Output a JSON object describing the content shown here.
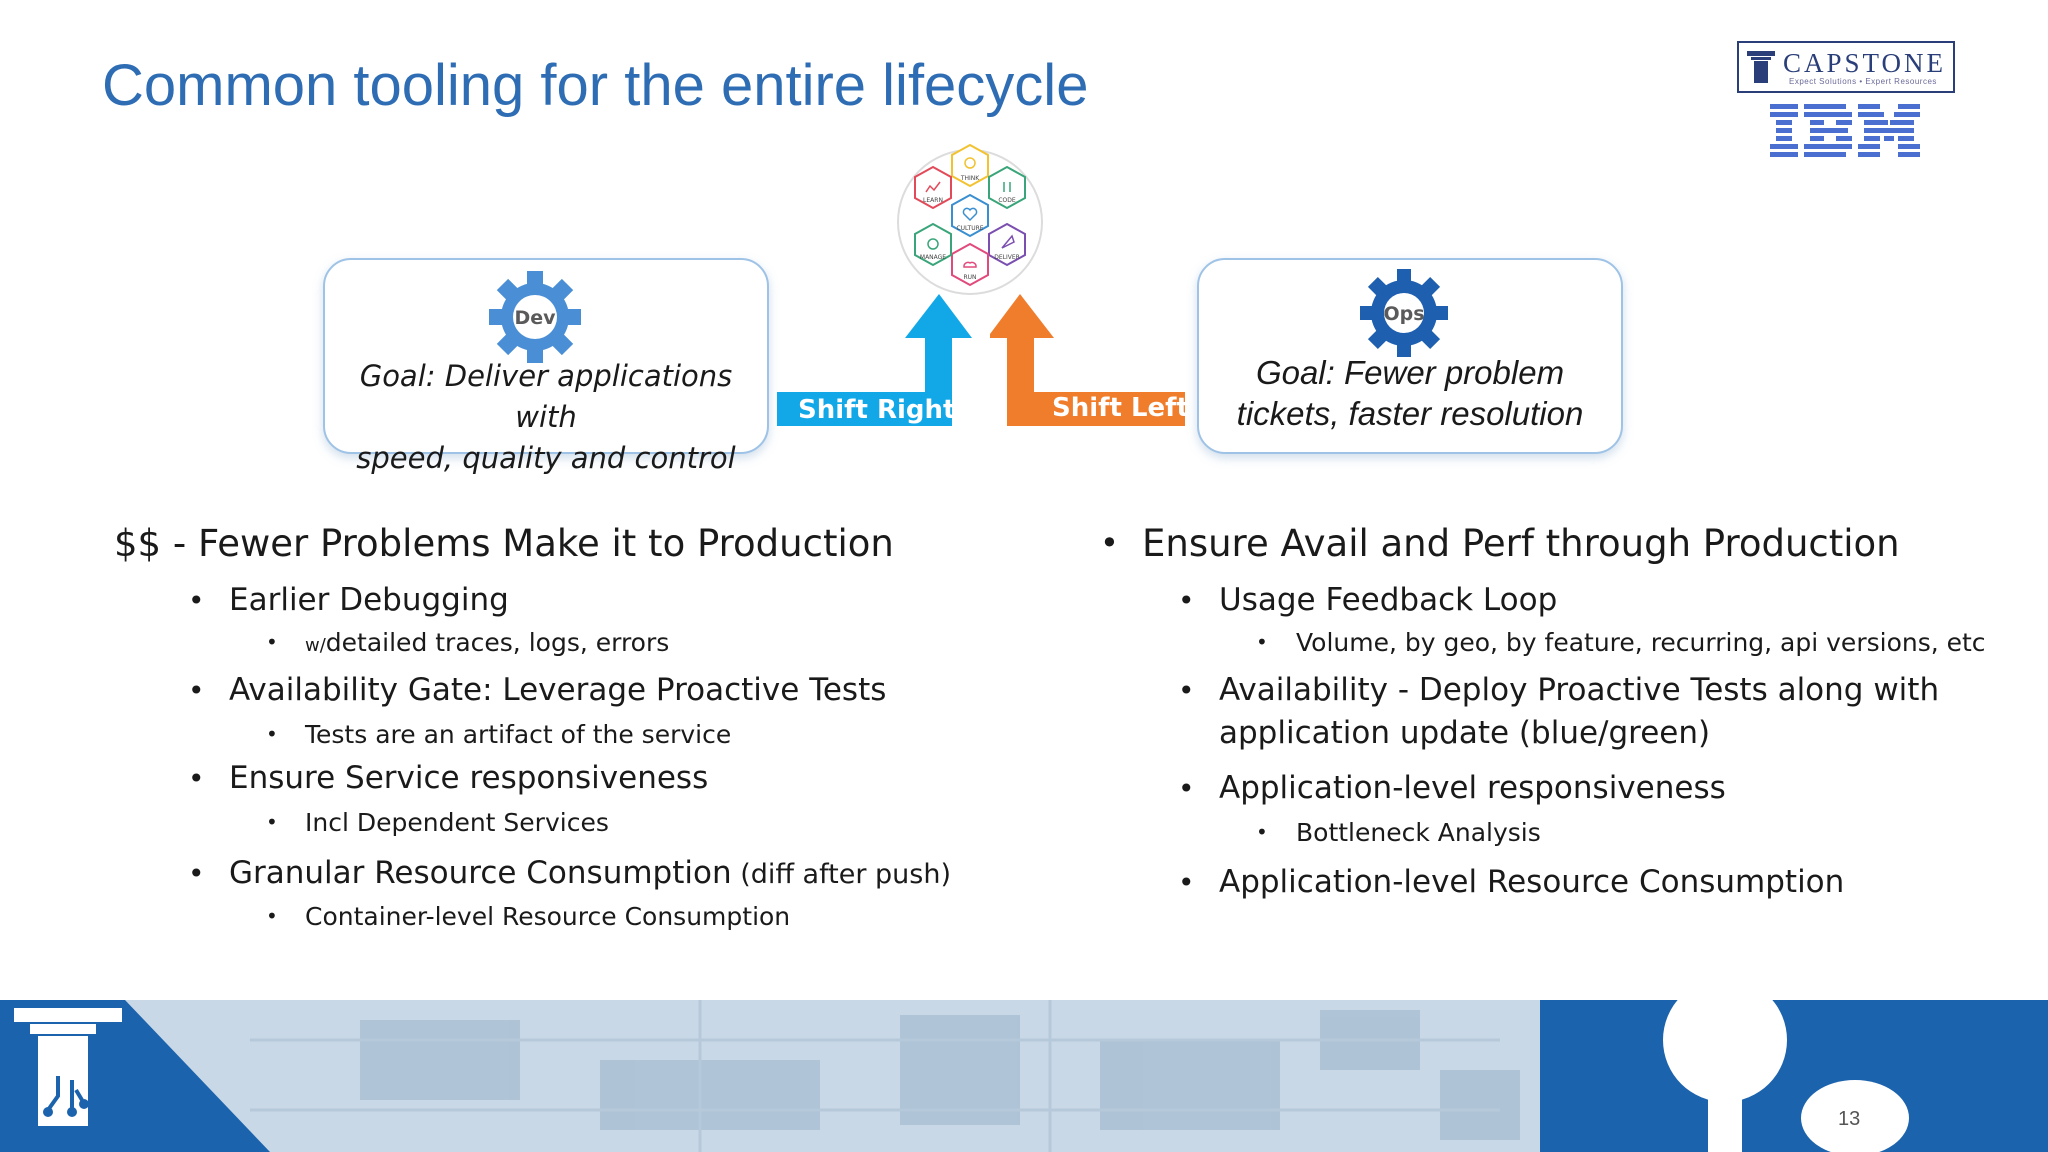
{
  "title": "Common tooling for the entire lifecycle",
  "logo": {
    "name": "CAPSTONE",
    "tagline": "Expect Solutions • Expert Resources",
    "partner": "IBM"
  },
  "dev": {
    "gear_label": "Dev",
    "goal_line1": "Goal: Deliver applications with",
    "goal_line2": "speed, quality and control"
  },
  "ops": {
    "gear_label": "Ops",
    "goal_line1": "Goal: Fewer problem",
    "goal_line2": "tickets, faster resolution"
  },
  "arrows": {
    "shift_right": "Shift Right",
    "shift_left": "Shift Left",
    "shift_right_color": "#12a8e8",
    "shift_left_color": "#ef7d2c"
  },
  "devops_wheel": {
    "labels": [
      "THINK",
      "CODE",
      "DELIVER",
      "RUN",
      "MANAGE",
      "LEARN",
      "CULTURE"
    ]
  },
  "left": {
    "heading": "$$ - Fewer Problems Make it to Production",
    "items": [
      {
        "text": "Earlier Debugging",
        "sub_prefix": "w/",
        "sub": "detailed traces, logs, errors"
      },
      {
        "text": "Availability Gate:  Leverage Proactive Tests",
        "sub": "Tests are an artifact of the service"
      },
      {
        "text": "Ensure Service responsiveness",
        "sub": "Incl Dependent Services"
      },
      {
        "text": "Granular Resource Consumption",
        "text_small": " (diff after push)",
        "sub": "Container-level Resource Consumption"
      }
    ]
  },
  "right": {
    "heading": "Ensure Avail and Perf through Production",
    "items": [
      {
        "text": "Usage Feedback Loop",
        "sub": "Volume, by geo, by feature, recurring, api versions, etc"
      },
      {
        "text_line1": "Availability - Deploy Proactive Tests along with",
        "text_line2": "application update (blue/green)"
      },
      {
        "text": "Application-level responsiveness",
        "sub": "Bottleneck Analysis"
      },
      {
        "text": "Application-level Resource Consumption"
      }
    ]
  },
  "page_number": "13",
  "bullet_char": "•"
}
